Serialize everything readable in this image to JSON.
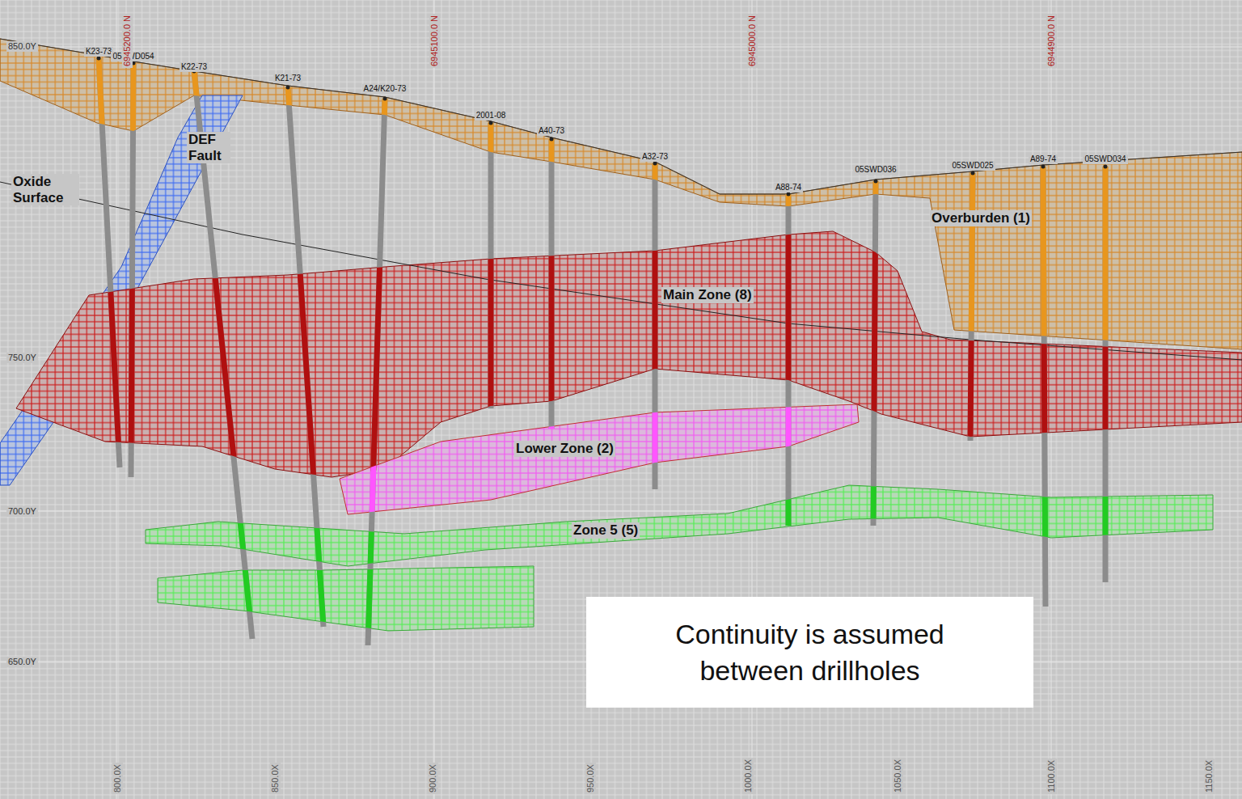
{
  "diagram": {
    "nodes": [
      {
        "text": [
          "Continuity is assumed between drillholes"
        ]
      }
    ],
    "labels": [
      "K23-73",
      "05SWD054",
      "K22-73",
      "K21-73",
      "A24/K20-73",
      "2001-08",
      "A40-73",
      "A32-73",
      "A88-74",
      "05SWD036",
      "05SWD025",
      "A89-74",
      "05SWD034",
      "6945200.0 N",
      "6945100.0 N",
      "6945000.0 N",
      "6944900.0 N",
      "850.0Y",
      "750.0Y",
      "700.0Y",
      "650.0Y",
      "800.0X",
      "850.0X",
      "900.0X",
      "950.0X",
      "1000.0X",
      "1050.0X",
      "1100.0X",
      "1150.0X",
      "DEF Fault",
      "Oxide Surface",
      "Overburden (1)",
      "Main Zone (8)",
      "Lower Zone (2)",
      "Zone 5 (5)"
    ]
  }
}
